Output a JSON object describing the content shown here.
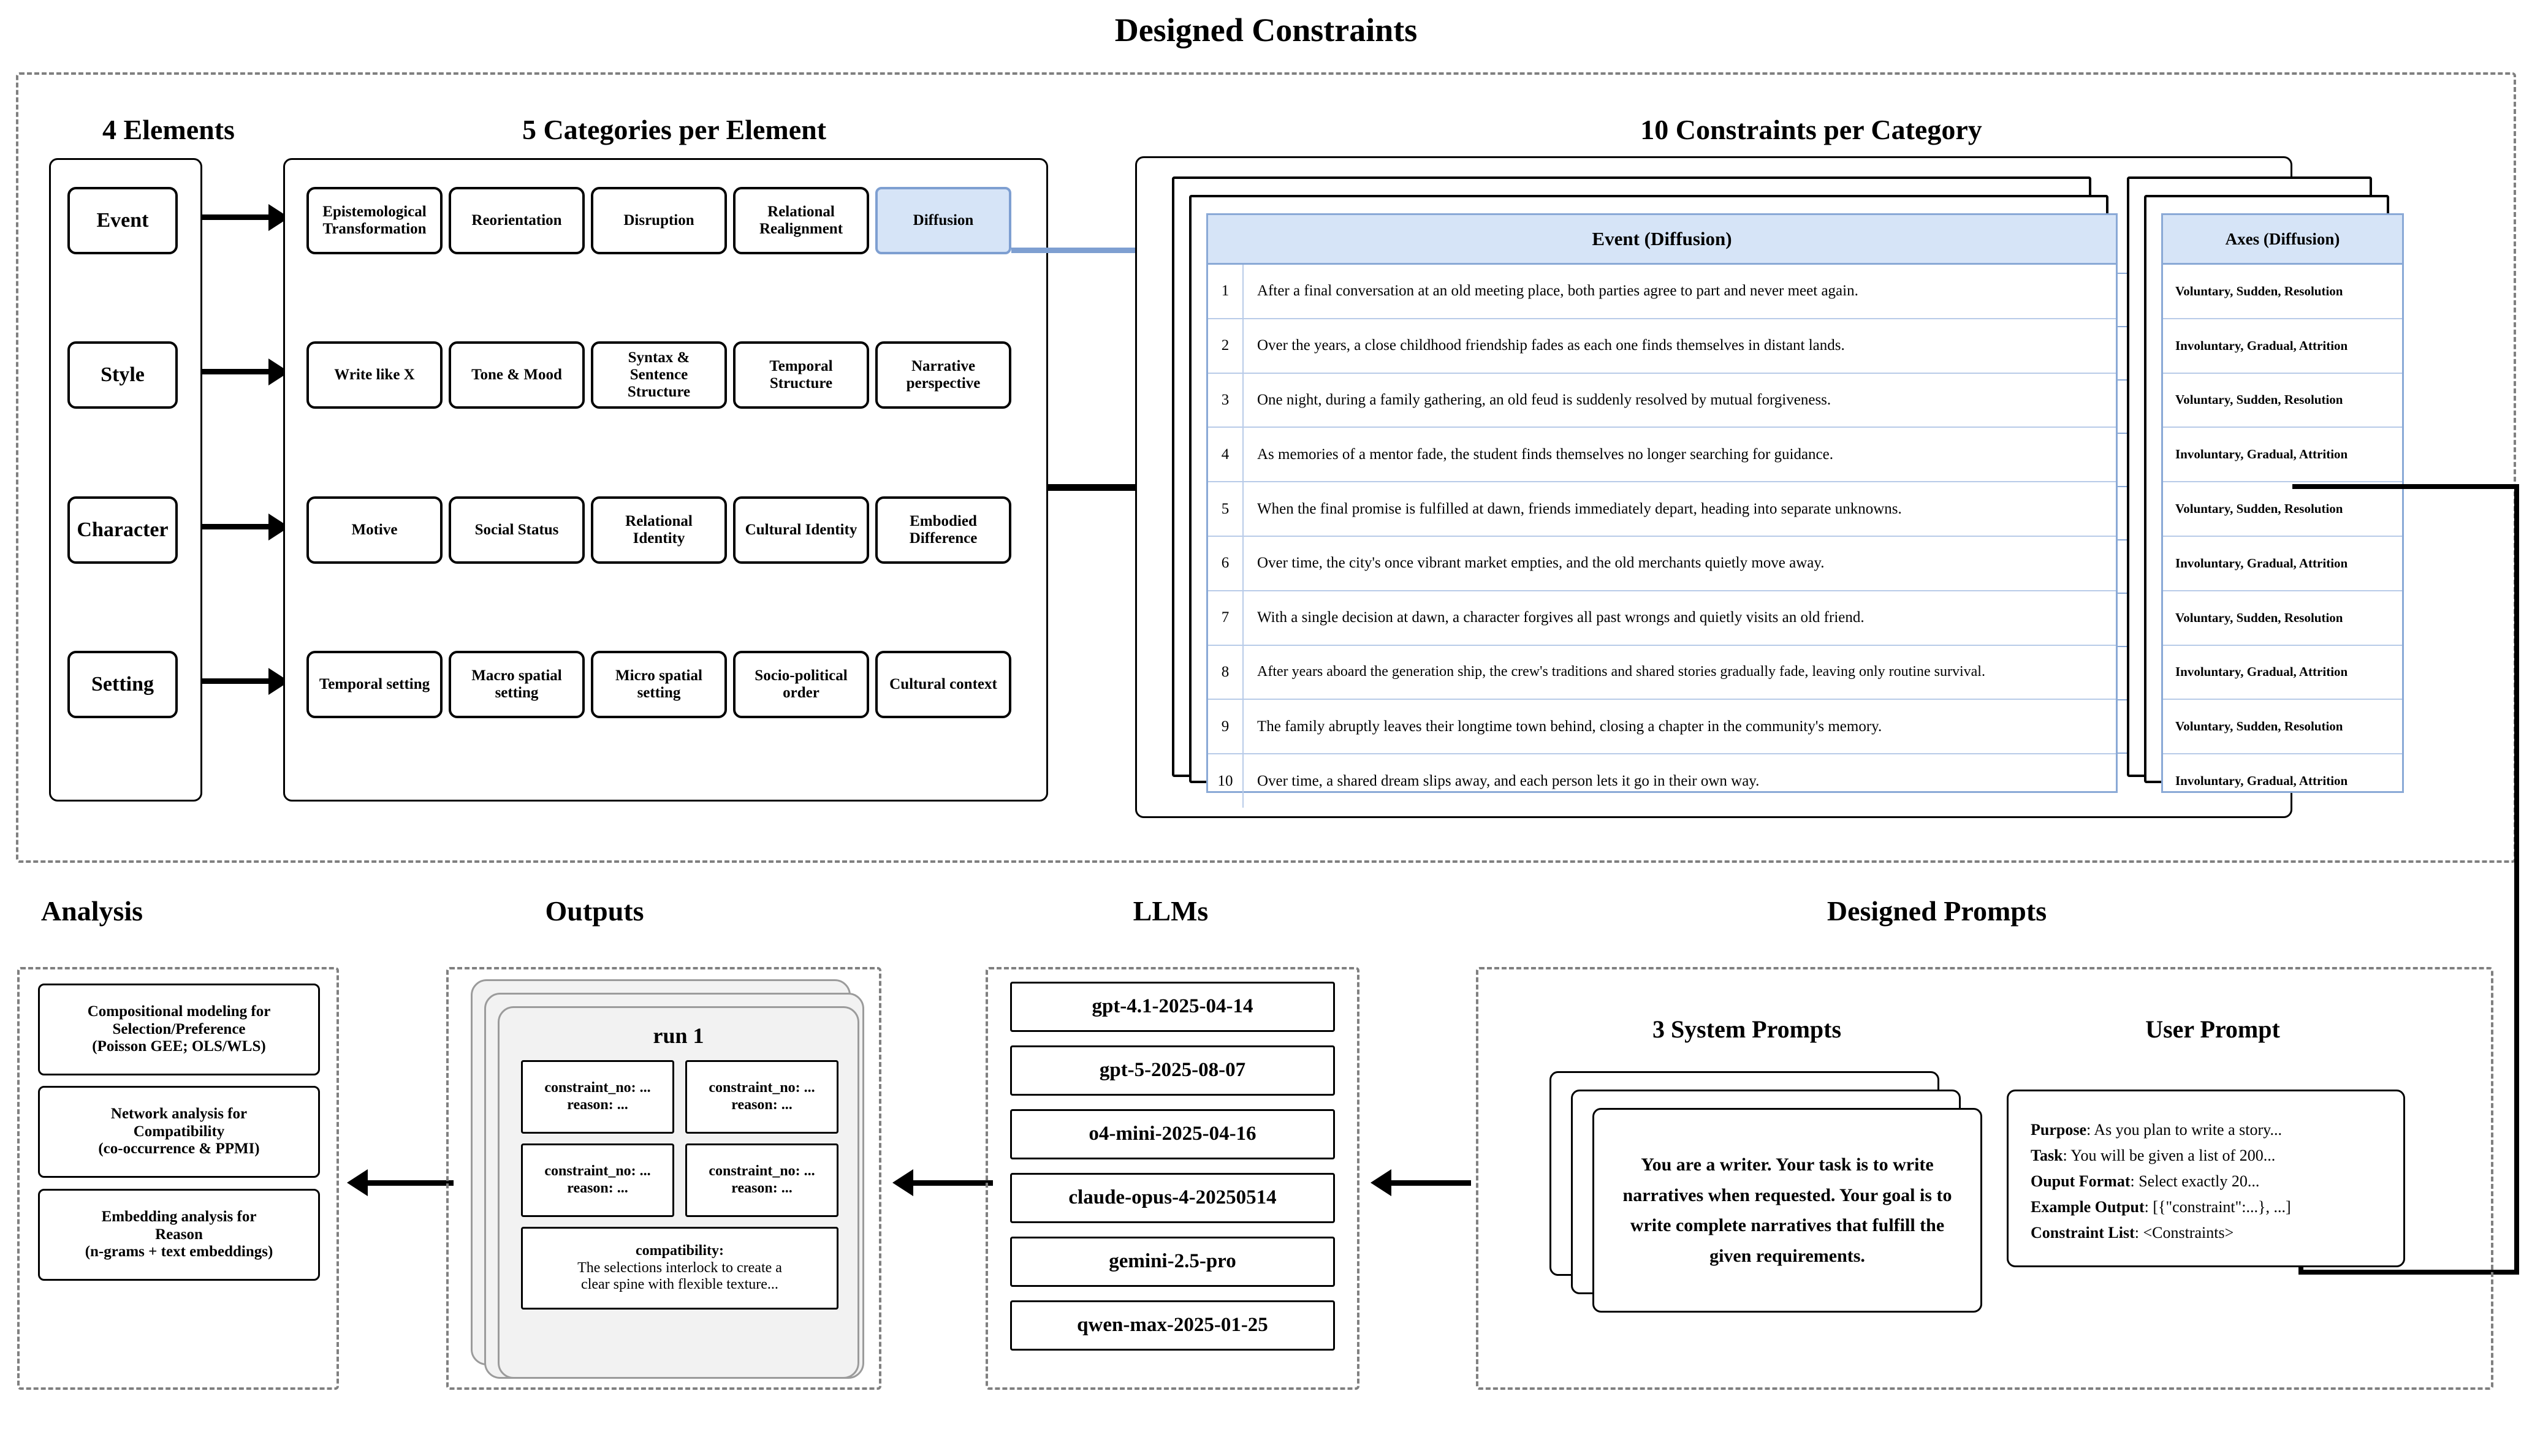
{
  "main_title": "Designed Constraints",
  "top": {
    "col1_title": "4 Elements",
    "col2_title": "5 Categories per Element",
    "col3_title": "10 Constraints per Category",
    "elements": [
      "Event",
      "Style",
      "Character",
      "Setting"
    ],
    "categories": [
      [
        "Epistemological Transformation",
        "Reorientation",
        "Disruption",
        "Relational Realignment",
        "Diffusion"
      ],
      [
        "Write like X",
        "Tone & Mood",
        "Syntax & Sentence Structure",
        "Temporal Structure",
        "Narrative perspective"
      ],
      [
        "Motive",
        "Social Status",
        "Relational Identity",
        "Cultural Identity",
        "Embodied Difference"
      ],
      [
        "Temporal setting",
        "Macro spatial setting",
        "Micro spatial setting",
        "Socio-political order",
        "Cultural context"
      ]
    ],
    "highlighted_category": "Diffusion",
    "constraint_table": {
      "header": "Event (Diffusion)",
      "rows": [
        {
          "no": "1",
          "text": "After a final conversation at an old meeting place, both parties agree to part and never meet again."
        },
        {
          "no": "2",
          "text": "Over the years, a close childhood friendship fades as each one finds themselves in distant lands."
        },
        {
          "no": "3",
          "text": "One night, during a family gathering, an old feud is suddenly resolved by mutual forgiveness."
        },
        {
          "no": "4",
          "text": "As memories of a mentor fade, the student finds themselves no longer searching for guidance."
        },
        {
          "no": "5",
          "text": "When the final promise is fulfilled at dawn, friends immediately depart, heading into separate unknowns."
        },
        {
          "no": "6",
          "text": "Over time, the city's once vibrant market empties, and the old merchants quietly move away."
        },
        {
          "no": "7",
          "text": "With a single decision at dawn, a character forgives all past wrongs and quietly visits an old friend."
        },
        {
          "no": "8",
          "text": "After years aboard the generation ship, the crew's traditions and shared stories gradually fade, leaving only routine survival."
        },
        {
          "no": "9",
          "text": "The family abruptly leaves their longtime town behind, closing a chapter in the community's memory."
        },
        {
          "no": "10",
          "text": "Over time, a shared dream slips away, and each person lets it go in their own way."
        }
      ]
    },
    "axes_table": {
      "header": "Axes (Diffusion)",
      "rows": [
        "Voluntary, Sudden, Resolution",
        "Involuntary, Gradual, Attrition",
        "Voluntary, Sudden, Resolution",
        "Involuntary, Gradual, Attrition",
        "Voluntary, Sudden, Resolution",
        "Involuntary, Gradual, Attrition",
        "Voluntary, Sudden, Resolution",
        "Involuntary, Gradual, Attrition",
        "Voluntary, Sudden, Resolution",
        "Involuntary, Gradual, Attrition"
      ]
    }
  },
  "bottom": {
    "analysis_title": "Analysis",
    "outputs_title": "Outputs",
    "llms_title": "LLMs",
    "prompts_title": "Designed Prompts",
    "analysis_boxes": [
      [
        "Compositional modeling for",
        "Selection/Preference",
        "(Poisson GEE; OLS/WLS)"
      ],
      [
        "Network analysis for",
        "Compatibility",
        "(co-occurrence & PPMI)"
      ],
      [
        "Embedding analysis for",
        "Reason",
        "(n-grams + text embeddings)"
      ]
    ],
    "run_label": "run 1",
    "run_cells": [
      {
        "k": "constraint_no: ...",
        "v": "reason: ..."
      },
      {
        "k": "constraint_no: ...",
        "v": "reason: ..."
      },
      {
        "k": "constraint_no: ...",
        "v": "reason: ..."
      },
      {
        "k": "constraint_no: ...",
        "v": "reason: ..."
      }
    ],
    "compatibility_label": "compatibility:",
    "compatibility_line1": "The selections interlock to create a",
    "compatibility_line2": "clear spine with flexible texture...",
    "llms": [
      "gpt-4.1-2025-04-14",
      "gpt-5-2025-08-07",
      "o4-mini-2025-04-16",
      "claude-opus-4-20250514",
      "gemini-2.5-pro",
      "qwen-max-2025-01-25"
    ],
    "system_prompts_title": "3 System Prompts",
    "system_prompt_text": "You are a writer. Your task is to write narratives when requested. Your goal is to write complete narratives that fulfill the given requirements.",
    "user_prompt_title": "User Prompt",
    "user_prompt_lines": [
      {
        "label": "Purpose",
        "value": ": As you plan to write a story..."
      },
      {
        "label": "Task",
        "value": ": You will be given a list of 200..."
      },
      {
        "label": "Ouput Format",
        "value": ": Select exactly 20..."
      },
      {
        "label": "Example Output",
        "value": ": [{\"constraint\":...}, ...]"
      },
      {
        "label": "Constraint List",
        "value": ": <Constraints>"
      }
    ]
  },
  "colors": {
    "accent_blue": "#d6e4f7",
    "accent_blue_border": "#7e9fd1",
    "dash_grey": "#808080",
    "card_grey": "#f2f2f2"
  }
}
